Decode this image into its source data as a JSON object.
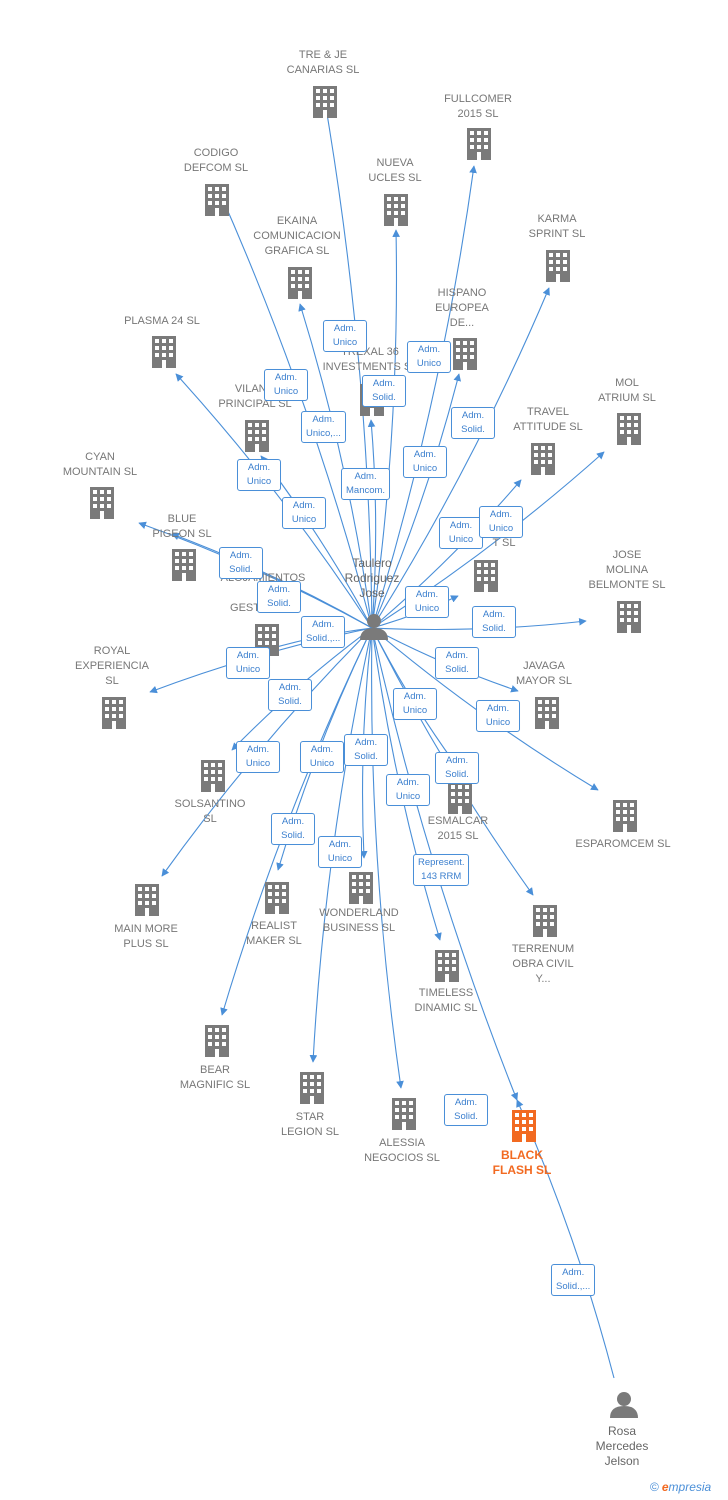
{
  "colors": {
    "edge": "#4a8fd8",
    "building": "#7a7a7a",
    "focus": "#f26a21",
    "person": "#7a7a7a",
    "label": "#777777",
    "box_text": "#3b7fce"
  },
  "persons": [
    {
      "id": "taulero",
      "label": "Taulero\nRodriguez\nJose",
      "icon": "person-icon"
    },
    {
      "id": "rosa",
      "label": "Rosa\nMercedes\nJelson",
      "icon": "person-icon"
    }
  ],
  "companies": [
    {
      "id": "tre",
      "label": "TRE & JE\nCANARIAS  SL"
    },
    {
      "id": "fullcomer",
      "label": "FULLCOMER\n2015  SL"
    },
    {
      "id": "codigo",
      "label": "CODIGO\nDEFCOM  SL"
    },
    {
      "id": "nueva",
      "label": "NUEVA\nUCLES  SL"
    },
    {
      "id": "karma",
      "label": "KARMA\nSPRINT  SL"
    },
    {
      "id": "ekaina",
      "label": "EKAINA\nCOMUNICACION\nGRAFICA  SL"
    },
    {
      "id": "hispano",
      "label": "HISPANO\nEUROPEA\nDE..."
    },
    {
      "id": "plasma",
      "label": "PLASMA 24 SL"
    },
    {
      "id": "trexal",
      "label": "TREXAL 36\nINVESTMENTS SL"
    },
    {
      "id": "mol",
      "label": "MOL\nATRIUM  SL"
    },
    {
      "id": "vilano",
      "label": "VILANO\nPRINCIPAL  SL"
    },
    {
      "id": "travel",
      "label": "TRAVEL\nATTITUDE  SL"
    },
    {
      "id": "cyan",
      "label": "CYAN\nMOUNTAIN  SL"
    },
    {
      "id": "blue",
      "label": "BLUE\nPIGEON  SL"
    },
    {
      "id": "alojamientos",
      "label": "ALOJAMIENTOS"
    },
    {
      "id": "unknown",
      "label": "T  SL"
    },
    {
      "id": "jose",
      "label": "JOSE\nMOLINA\nBELMONTE  SL"
    },
    {
      "id": "gest",
      "label": "GEST"
    },
    {
      "id": "royal",
      "label": "ROYAL\nEXPERIENCIA\nSL"
    },
    {
      "id": "javaga",
      "label": "JAVAGA\nMAYOR  SL"
    },
    {
      "id": "solsantino",
      "label": "SOLSANTINO\nSL"
    },
    {
      "id": "esmalcar",
      "label": "ESMALCAR\n2015  SL"
    },
    {
      "id": "esparomcem",
      "label": "ESPAROMCEM SL"
    },
    {
      "id": "mainmore",
      "label": "MAIN MORE\nPLUS  SL"
    },
    {
      "id": "realist",
      "label": "REALIST\nMAKER  SL"
    },
    {
      "id": "wonderland",
      "label": "WONDERLAND\nBUSINESS  SL"
    },
    {
      "id": "terrenum",
      "label": "TERRENUM\nOBRA CIVIL\nY..."
    },
    {
      "id": "timeless",
      "label": "TIMELESS\nDINAMIC  SL"
    },
    {
      "id": "bear",
      "label": "BEAR\nMAGNIFIC  SL"
    },
    {
      "id": "star",
      "label": "STAR\nLEGION  SL"
    },
    {
      "id": "alessia",
      "label": "ALESSIA\nNEGOCIOS  SL"
    },
    {
      "id": "black",
      "label": "BLACK\nFLASH  SL",
      "focus": true
    }
  ],
  "relations": [
    {
      "id": "r1",
      "label": "Adm.\nUnico"
    },
    {
      "id": "r2",
      "label": "Adm.\nUnico"
    },
    {
      "id": "r3",
      "label": "Adm.\nSolid."
    },
    {
      "id": "r4",
      "label": "Adm.\nUnico"
    },
    {
      "id": "r5",
      "label": "Adm.\nUnico,..."
    },
    {
      "id": "r6",
      "label": "Adm.\nSolid."
    },
    {
      "id": "r7",
      "label": "Adm.\nUnico"
    },
    {
      "id": "r8",
      "label": "Adm.\nUnico"
    },
    {
      "id": "r9",
      "label": "Adm.\nMancom."
    },
    {
      "id": "r10",
      "label": "Adm.\nUnico"
    },
    {
      "id": "r11",
      "label": "Adm.\nUnico"
    },
    {
      "id": "r12",
      "label": "Adm.\nUnico"
    },
    {
      "id": "r13",
      "label": "Adm.\nSolid."
    },
    {
      "id": "r14",
      "label": "Adm.\nSolid."
    },
    {
      "id": "r15",
      "label": "Adm.\nUnico"
    },
    {
      "id": "r16",
      "label": "Adm.\nSolid.,..."
    },
    {
      "id": "r17",
      "label": "Adm.\nSolid."
    },
    {
      "id": "r18",
      "label": "Adm.\nUnico"
    },
    {
      "id": "r19",
      "label": "Adm.\nSolid."
    },
    {
      "id": "r20",
      "label": "Adm.\nSolid."
    },
    {
      "id": "r21",
      "label": "Adm.\nUnico"
    },
    {
      "id": "r22",
      "label": "Adm.\nUnico"
    },
    {
      "id": "r23",
      "label": "Adm.\nUnico"
    },
    {
      "id": "r24",
      "label": "Adm.\nUnico"
    },
    {
      "id": "r25",
      "label": "Adm.\nSolid."
    },
    {
      "id": "r26",
      "label": "Adm.\nUnico"
    },
    {
      "id": "r27",
      "label": "Adm.\nSolid."
    },
    {
      "id": "r28",
      "label": "Adm.\nSolid."
    },
    {
      "id": "r29",
      "label": "Adm.\nUnico"
    },
    {
      "id": "r30",
      "label": "Represent.\n143 RRM"
    },
    {
      "id": "r31",
      "label": "Adm.\nSolid."
    },
    {
      "id": "r32",
      "label": "Adm.\nSolid.,..."
    }
  ],
  "footer": {
    "copyright": "©",
    "brand_first": "e",
    "brand_rest": "mpresia"
  }
}
